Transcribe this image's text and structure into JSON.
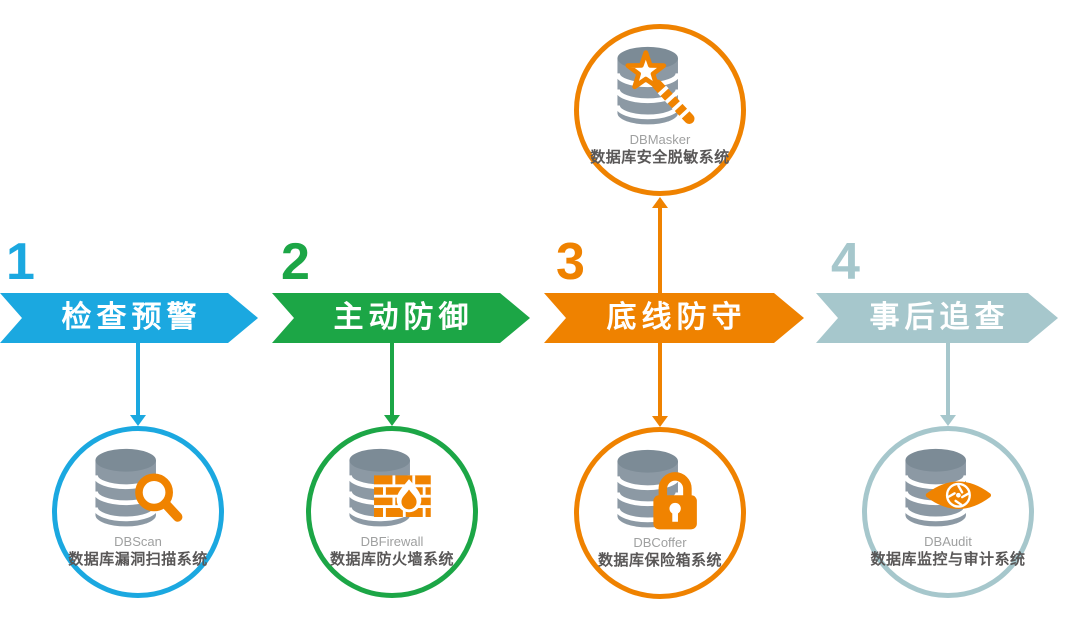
{
  "steps": [
    {
      "number": "1",
      "label": "检查预警",
      "color": "#1BA8E0",
      "product": {
        "name": "DBScan",
        "title": "数据库漏洞扫描系统",
        "icon": "database-magnifier-icon"
      }
    },
    {
      "number": "2",
      "label": "主动防御",
      "color": "#1CA646",
      "product": {
        "name": "DBFirewall",
        "title": "数据库防火墙系统",
        "icon": "database-firewall-icon"
      }
    },
    {
      "number": "3",
      "label": "底线防守",
      "color": "#EF8200",
      "product": {
        "name": "DBCoffer",
        "title": "数据库保险箱系统",
        "icon": "database-padlock-icon"
      },
      "top_product": {
        "name": "DBMasker",
        "title": "数据库安全脱敏系统",
        "icon": "database-magic-wand-icon"
      }
    },
    {
      "number": "4",
      "label": "事后追查",
      "color": "#A6C7CC",
      "product": {
        "name": "DBAudit",
        "title": "数据库监控与审计系统",
        "icon": "database-eye-icon"
      }
    }
  ],
  "colors": {
    "icon_accent": "#F08300",
    "database_body": "#8C99A4",
    "database_top": "#7C8B96",
    "band_text": "#FFFFFF",
    "product_name_text": "#9FA0A0",
    "product_title_text": "#595757",
    "background": "#FFFFFF"
  }
}
